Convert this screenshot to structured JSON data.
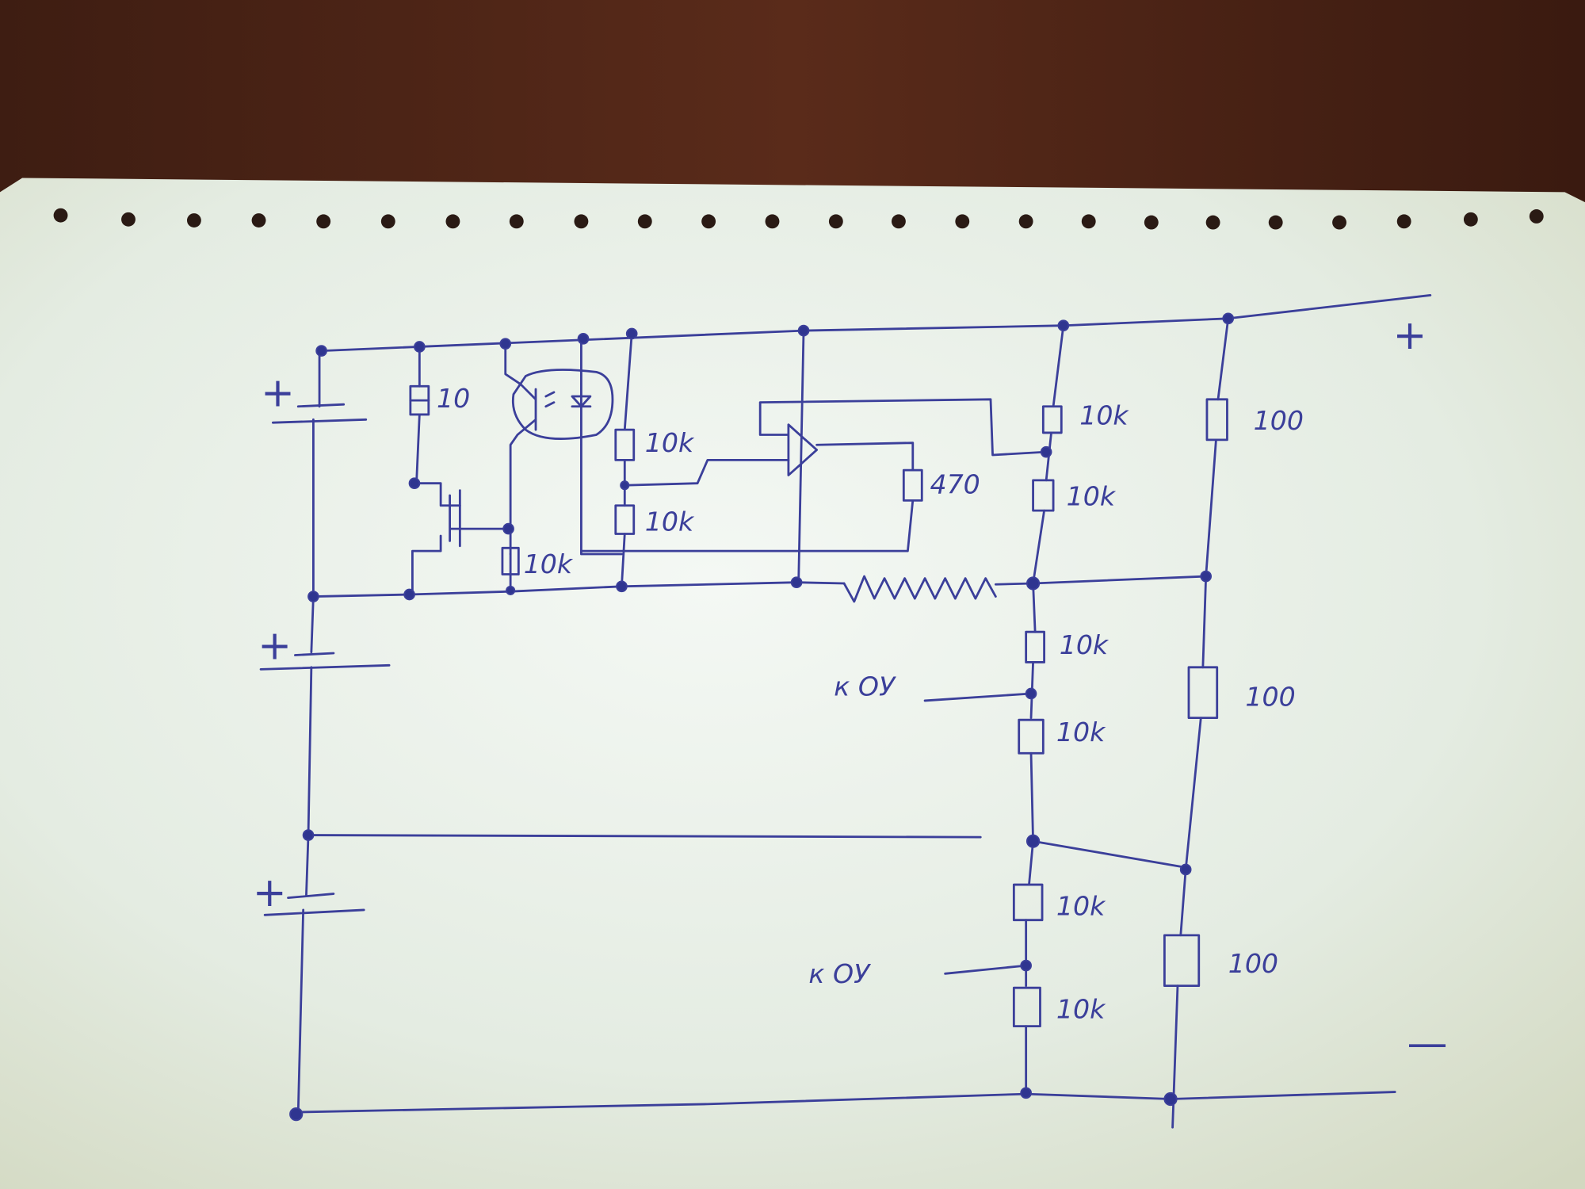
{
  "colors": {
    "ink": "#3b3f9a",
    "paper": "#e8efe8",
    "desk": "#4a2416"
  },
  "labels": {
    "r_top_left": "10",
    "r_opto": "10k",
    "r_div_top": "10k",
    "r_div_bottom": "10k",
    "r_feedback": "470",
    "r_col1_1": "10k",
    "r_col1_2": "10k",
    "r_col1_3": "10k",
    "r_col1_4": "10k",
    "r_col1_5": "10k",
    "r_col1_6": "10k",
    "r_col2_1": "100",
    "r_col2_2": "100",
    "r_col2_3": "100",
    "to_opamp_1": "к ОУ",
    "to_opamp_2": "к ОУ",
    "battery_plus_1": "+",
    "battery_plus_2": "+",
    "battery_plus_3": "+",
    "terminal_plus": "+",
    "terminal_minus": "—"
  }
}
